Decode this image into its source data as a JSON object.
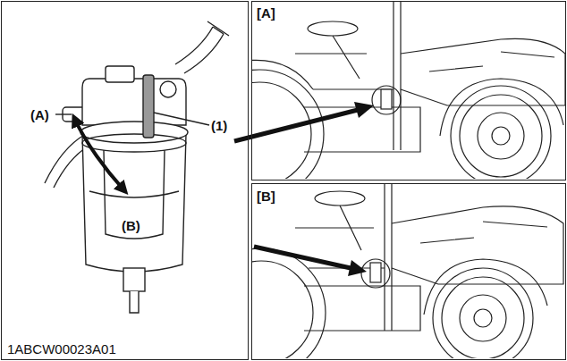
{
  "diagram": {
    "nodes": [
      {
        "text": [
          "1ABCW00023A01"
        ]
      },
      {
        "text": [
          "[A]"
        ]
      },
      {
        "text": [
          "[B]"
        ]
      }
    ],
    "labels": [
      "(A)",
      "(B)",
      "(1)"
    ]
  }
}
